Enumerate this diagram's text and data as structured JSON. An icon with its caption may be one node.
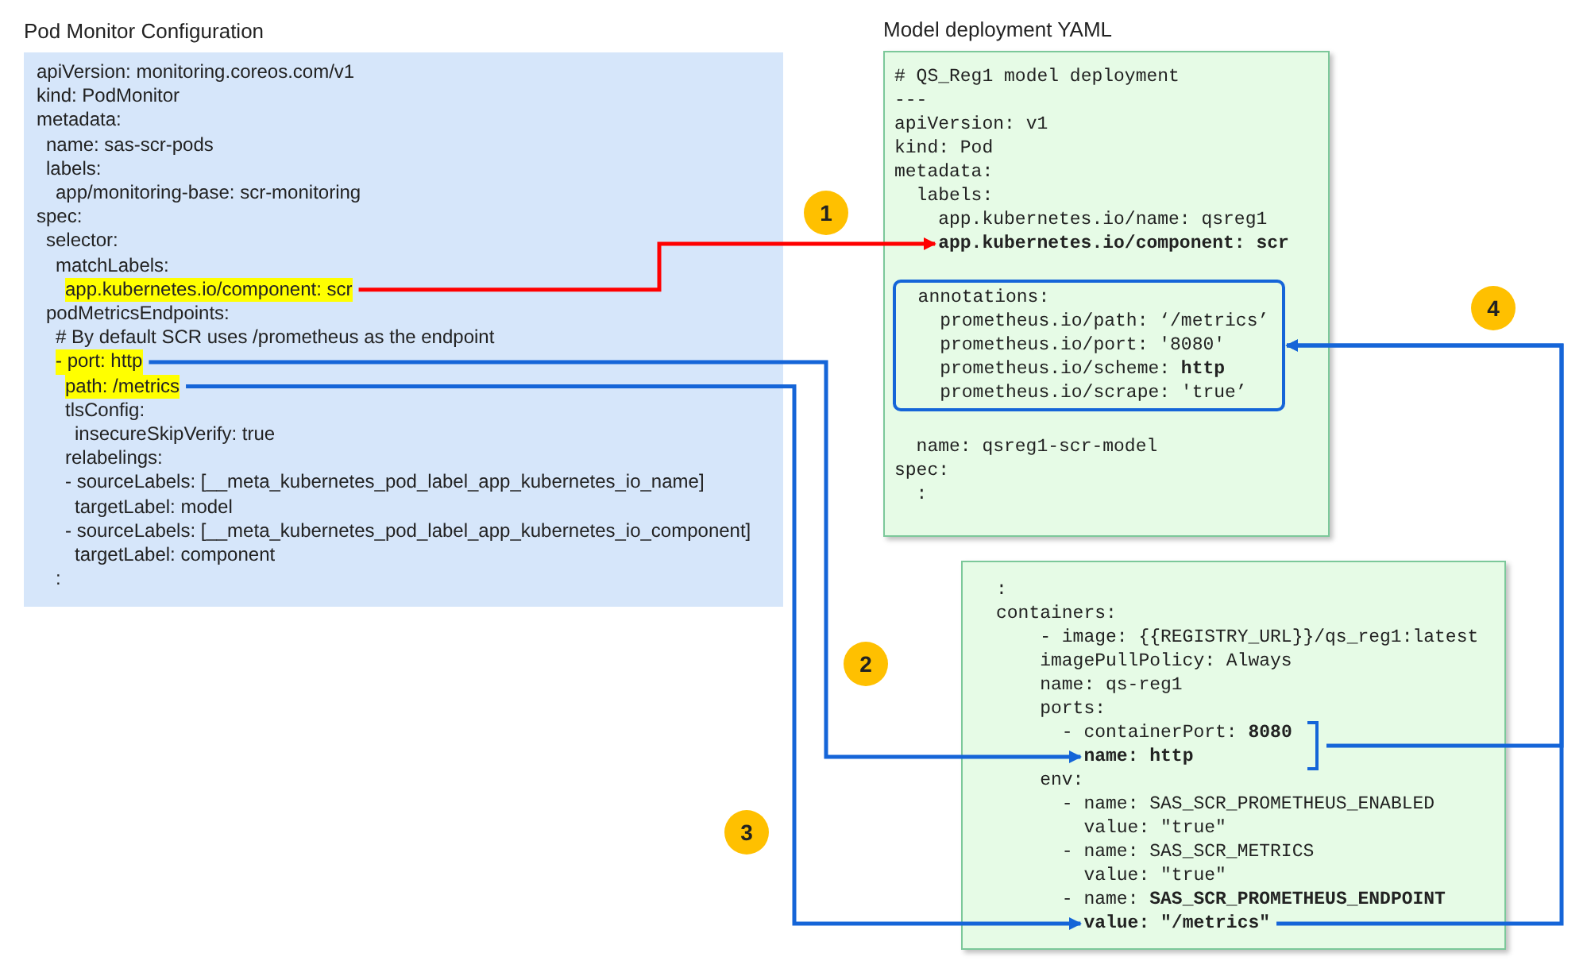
{
  "diagram": {
    "nodes": [
      {
        "text": [
          "Pod Monitor Configuration"
        ]
      },
      {
        "text": [
          "apiVersion: monitoring.coreos.com/v1"
        ],
        "in": 0
      },
      {
        "text": [
          "kind: PodMonitor"
        ],
        "in": 0
      },
      {
        "text": [
          "metadata:"
        ],
        "in": 0
      },
      {
        "text": [
          "name: sas-scr-pods"
        ],
        "in": 0
      },
      {
        "text": [
          "labels:"
        ],
        "in": 0
      },
      {
        "text": [
          "app/monitoring-base: scr-monitoring"
        ],
        "in": 0
      },
      {
        "text": [
          "spec:"
        ],
        "in": 0
      },
      {
        "text": [
          "selector:"
        ],
        "in": 0
      },
      {
        "text": [
          "matchLabels:"
        ],
        "in": 0
      },
      {
        "text": [
          "app.kubernetes.io/component: scr"
        ],
        "in": 0
      },
      {
        "text": [
          "podMetricsEndpoints:"
        ],
        "in": 0
      },
      {
        "text": [
          "# By default SCR uses /prometheus as the endpoint"
        ],
        "in": 0
      },
      {
        "text": [
          "- port: http"
        ],
        "in": 0
      },
      {
        "text": [
          "path: /metrics"
        ],
        "in": 0
      },
      {
        "text": [
          "tlsConfig:"
        ],
        "in": 0
      },
      {
        "text": [
          "insecureSkipVerify: true"
        ],
        "in": 0
      },
      {
        "text": [
          "relabelings:"
        ],
        "in": 0
      },
      {
        "text": [
          "- sourceLabels: [__meta_kubernetes_pod_label_app_kubernetes_io_name]"
        ],
        "in": 0
      },
      {
        "text": [
          "targetLabel: model"
        ],
        "in": 0
      },
      {
        "text": [
          "- sourceLabels: [__meta_kubernetes_pod_label_app_kubernetes_io_component]"
        ],
        "in": 0
      },
      {
        "text": [
          "targetLabel: component"
        ],
        "in": 0
      },
      {
        "text": [
          ":"
        ],
        "in": 0
      },
      {
        "text": [
          "Model deployment YAML"
        ]
      },
      {
        "text": [
          "# QS_Reg1 model deployment"
        ],
        "in": 23
      },
      {
        "text": [
          "---"
        ],
        "in": 23
      },
      {
        "text": [
          "apiVersion: v1"
        ],
        "in": 23
      },
      {
        "text": [
          "kind: Pod"
        ],
        "in": 23
      },
      {
        "text": [
          "metadata:"
        ],
        "in": 23
      },
      {
        "text": [
          "labels:"
        ],
        "in": 23
      },
      {
        "text": [
          "app.kubernetes.io/name: qsreg1"
        ],
        "in": 23
      },
      {
        "text": [
          "app.kubernetes.io/component: scr"
        ],
        "in": 23
      },
      {
        "text": [],
        "shape": "box",
        "in": 23
      },
      {
        "text": [
          "annotations:"
        ],
        "in": 32
      },
      {
        "text": [
          "prometheus.io/path: ‘/metrics’"
        ],
        "in": 32
      },
      {
        "text": [
          "prometheus.io/port: '8080'"
        ],
        "in": 32
      },
      {
        "text": [
          "prometheus.io/scheme: **http**"
        ],
        "in": 32
      },
      {
        "text": [
          "prometheus.io/scrape: 'true’"
        ],
        "in": 32
      },
      {
        "text": [
          "name: qsreg1-scr-model"
        ],
        "in": 23
      },
      {
        "text": [
          "spec:"
        ],
        "in": 23
      },
      {
        "text": [
          ":"
        ],
        "in": 23
      },
      {
        "text": [],
        "shape": "box"
      },
      {
        "text": [
          ":"
        ],
        "in": 41
      },
      {
        "text": [
          "containers:"
        ],
        "in": 41
      },
      {
        "text": [
          "- image: {{REGISTRY_URL}}/qs_reg1:latest"
        ],
        "in": 41
      },
      {
        "text": [
          "imagePullPolicy: Always"
        ],
        "in": 41
      },
      {
        "text": [
          "name: qs-reg1"
        ],
        "in": 41
      },
      {
        "text": [
          "ports:"
        ],
        "in": 41
      },
      {
        "text": [
          "- containerPort: **8080**"
        ],
        "in": 41
      },
      {
        "text": [
          "name: http"
        ],
        "in": 41
      },
      {
        "text": [
          "env:"
        ],
        "in": 41
      },
      {
        "text": [
          "- name: SAS_SCR_PROMETHEUS_ENABLED"
        ],
        "in": 41
      },
      {
        "text": [
          "value: \"true\""
        ],
        "in": 41
      },
      {
        "text": [
          "- name: SAS_SCR_METRICS"
        ],
        "in": 41
      },
      {
        "text": [
          "value: \"true\""
        ],
        "in": 41
      },
      {
        "text": [
          "- name: **SAS_SCR_PROMETHEUS_ENDPOINT**"
        ],
        "in": 41
      },
      {
        "text": [
          "value: \"/metrics\""
        ],
        "in": 41
      },
      {
        "text": [],
        "shape": "bracket",
        "in": 41
      },
      {
        "text": [
          "1"
        ]
      },
      {
        "text": [
          "2"
        ]
      },
      {
        "text": [
          "3"
        ]
      },
      {
        "text": [
          "4"
        ]
      }
    ],
    "edges": [
      {
        "from": 10,
        "to": 31,
        "arrow": "to",
        "color": "#ff0000"
      },
      {
        "from": 13,
        "to": 49,
        "arrow": "to"
      },
      {
        "from": 14,
        "to": 56,
        "arrow": "to"
      },
      {
        "from": 57,
        "to": 32,
        "arrow": "to"
      },
      {
        "from": 56,
        "to": 32,
        "arrow": "to"
      }
    ]
  }
}
